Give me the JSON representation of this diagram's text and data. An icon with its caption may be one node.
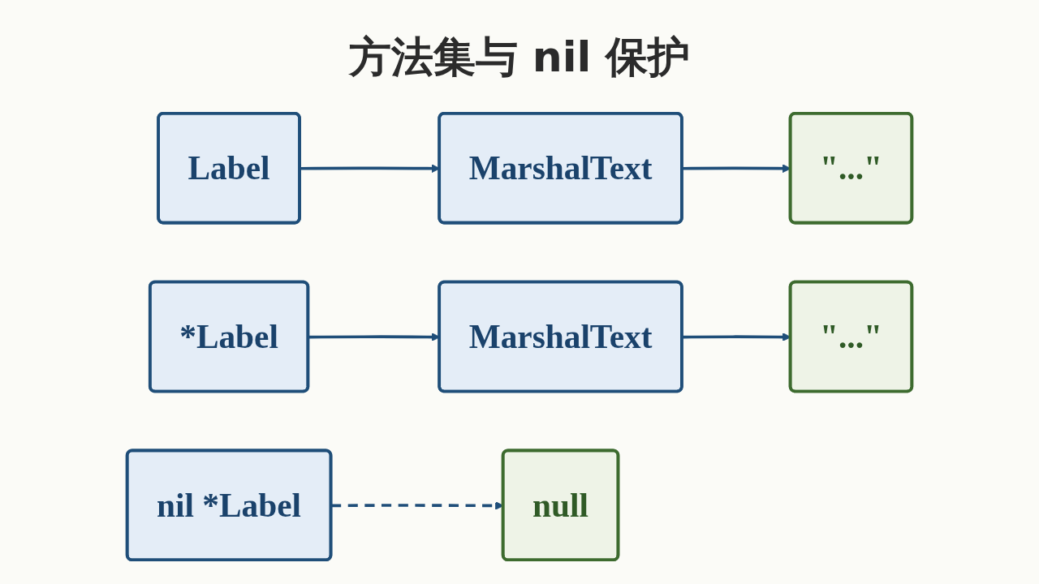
{
  "diagram": {
    "title": "方法集与 nil 保护",
    "nodes": [
      {
        "text": [
          "Label"
        ]
      },
      {
        "text": [
          "MarshalText"
        ]
      },
      {
        "text": [
          "\"...\""
        ]
      },
      {
        "text": [
          "*Label"
        ]
      },
      {
        "text": [
          "MarshalText"
        ]
      },
      {
        "text": [
          "\"...\""
        ]
      },
      {
        "text": [
          "nil *Label"
        ]
      },
      {
        "text": [
          "null"
        ]
      }
    ],
    "edges": [
      {
        "from": 0,
        "to": 1,
        "arrow": "to"
      },
      {
        "from": 1,
        "to": 2,
        "arrow": "to"
      },
      {
        "from": 3,
        "to": 4,
        "arrow": "to"
      },
      {
        "from": 4,
        "to": 5,
        "arrow": "to"
      },
      {
        "from": 6,
        "to": 7,
        "arrow": "to",
        "style": "dashed"
      }
    ]
  }
}
